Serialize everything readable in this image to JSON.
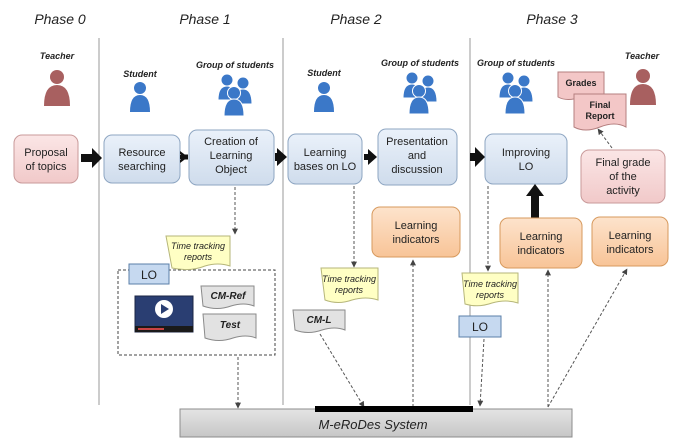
{
  "phases": [
    "Phase 0",
    "Phase 1",
    "Phase 2",
    "Phase 3"
  ],
  "actors": {
    "teacher_left": "Teacher",
    "student_1": "Student",
    "group_1": "Group of students",
    "student_2": "Student",
    "group_2": "Group of students",
    "group_3": "Group of students",
    "teacher_right": "Teacher"
  },
  "boxes": {
    "proposal": [
      "Proposal",
      "of topics"
    ],
    "resource": [
      "Resource",
      "searching"
    ],
    "creation": [
      "Creation of",
      "Learning",
      "Object"
    ],
    "learning_bases": [
      "Learning",
      "bases on LO"
    ],
    "presentation": [
      "Presentation",
      "and",
      "discussion"
    ],
    "improving": [
      "Improving",
      "LO"
    ],
    "final_grade": [
      "Final grade",
      "of the",
      "activity"
    ],
    "indicators_1": [
      "Learning",
      "indicators"
    ],
    "indicators_2": [
      "Learning",
      "indicators"
    ],
    "indicators_3": [
      "Learning",
      "indicators"
    ]
  },
  "documents": {
    "grades": "Grades",
    "final_report": [
      "Final",
      "Report"
    ],
    "time_tracking_1": [
      "Time tracking",
      "reports"
    ],
    "time_tracking_2": [
      "Time tracking",
      "reports"
    ],
    "time_tracking_3": [
      "Time tracking",
      "reports"
    ],
    "cm_ref": "CM-Ref",
    "test": "Test",
    "cm_l": "CM-L"
  },
  "tags": {
    "lo_1": "LO",
    "lo_2": "LO"
  },
  "system": "M-eRoDes System",
  "colors": {
    "pink_fill": "#f6d6d6",
    "pink_stroke": "#c99a9a",
    "blue_fill": "#dce6f2",
    "blue_stroke": "#8ea6c2",
    "orange_fill": "#fcd5b5",
    "orange_stroke": "#d79a5e",
    "yellow_note": "#ffffc4",
    "gray_doc": "#e2e2e2",
    "teacher": "#a86060",
    "student": "#3b78c8",
    "system_fill": "#d4d4d4"
  }
}
